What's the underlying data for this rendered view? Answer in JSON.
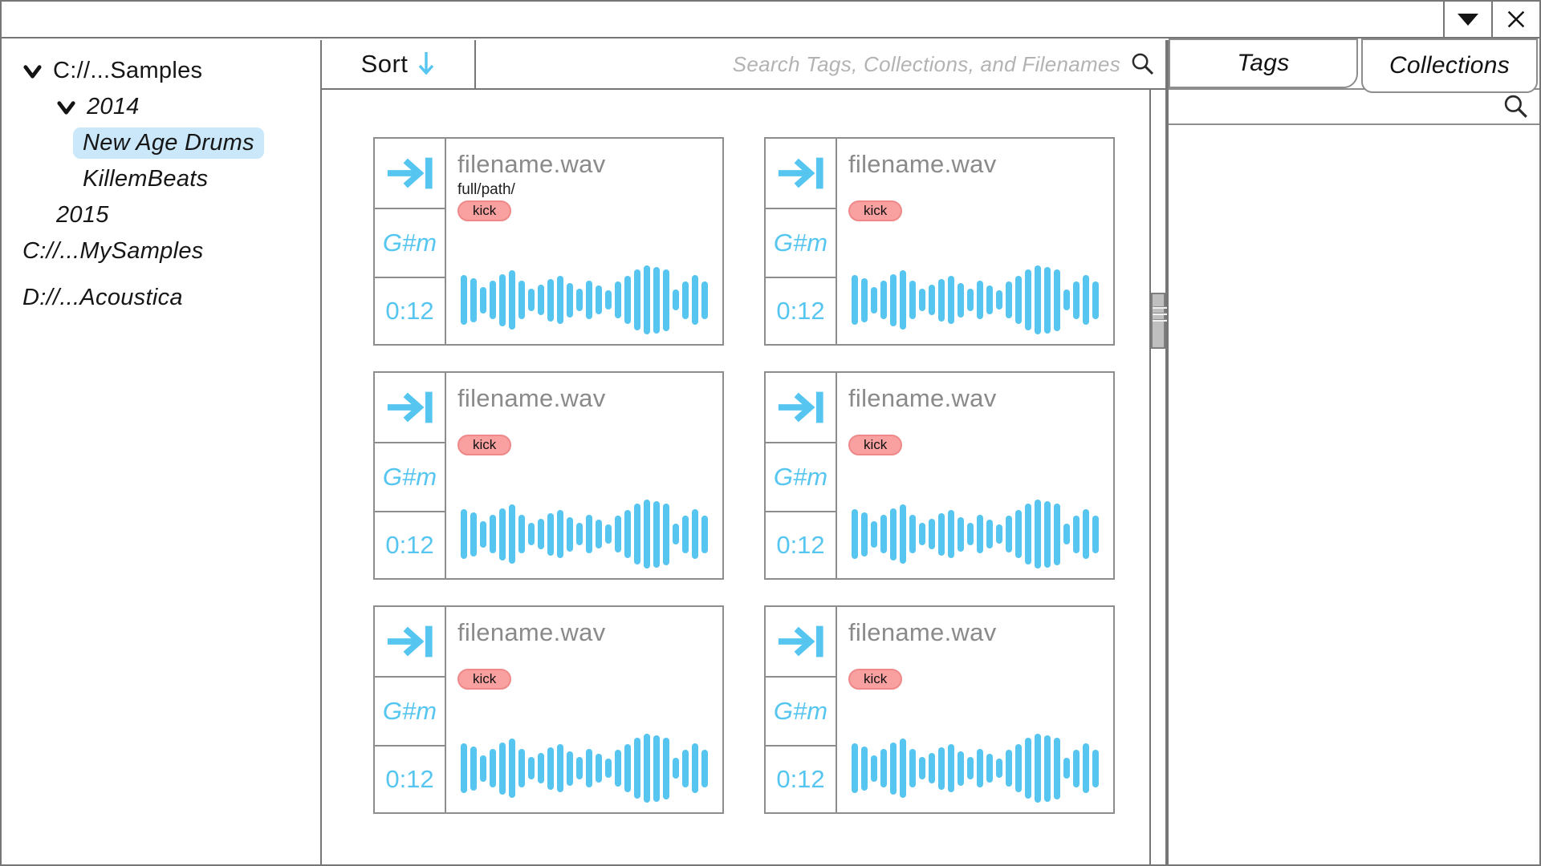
{
  "titlebar": {
    "buttons": [
      {
        "name": "dropdown",
        "icon": "triangle-down-icon"
      },
      {
        "name": "close",
        "icon": "close-x-icon"
      }
    ]
  },
  "sidebar": {
    "items": [
      {
        "label": "C://...Samples",
        "chevron": "down",
        "depth": 0,
        "italic": false,
        "selected": false
      },
      {
        "label": "2014",
        "chevron": "down",
        "depth": 1,
        "italic": true,
        "selected": false
      },
      {
        "label": "New Age Drums",
        "chevron": "right",
        "depth": 2,
        "italic": true,
        "selected": true
      },
      {
        "label": "KillemBeats",
        "chevron": "right",
        "depth": 2,
        "italic": true,
        "selected": false
      },
      {
        "label": "2015",
        "chevron": "right",
        "depth": 1,
        "italic": true,
        "selected": false
      },
      {
        "label": "C://...MySamples",
        "chevron": "right",
        "depth": 0,
        "italic": true,
        "selected": false
      },
      {
        "label": "D://...Acoustica",
        "chevron": "right",
        "depth": 0,
        "italic": true,
        "selected": false
      }
    ]
  },
  "toolbar": {
    "sort_label": "Sort",
    "sort_icon": "arrow-down-icon",
    "search_placeholder": "Search Tags, Collections, and Filenames",
    "search_value": "",
    "search_icon": "magnifier-icon"
  },
  "right_panel": {
    "tabs": [
      {
        "label": "Tags",
        "active": false
      },
      {
        "label": "Collections",
        "active": true
      }
    ],
    "search_value": "",
    "search_icon": "magnifier-icon",
    "content_empty": true
  },
  "cards": [
    {
      "filename": "filename.wav",
      "path": "full/path/",
      "tags": [
        "kick"
      ],
      "key": "G#m",
      "duration": "0:12"
    },
    {
      "filename": "filename.wav",
      "path": "",
      "tags": [
        "kick"
      ],
      "key": "G#m",
      "duration": "0:12"
    },
    {
      "filename": "filename.wav",
      "path": "",
      "tags": [
        "kick"
      ],
      "key": "G#m",
      "duration": "0:12"
    },
    {
      "filename": "filename.wav",
      "path": "",
      "tags": [
        "kick"
      ],
      "key": "G#m",
      "duration": "0:12"
    },
    {
      "filename": "filename.wav",
      "path": "",
      "tags": [
        "kick"
      ],
      "key": "G#m",
      "duration": "0:12"
    },
    {
      "filename": "filename.wav",
      "path": "",
      "tags": [
        "kick"
      ],
      "key": "G#m",
      "duration": "0:12"
    }
  ],
  "waveform": [
    0.72,
    0.64,
    0.38,
    0.56,
    0.76,
    0.86,
    0.56,
    0.32,
    0.44,
    0.62,
    0.7,
    0.5,
    0.32,
    0.56,
    0.42,
    0.28,
    0.54,
    0.7,
    0.88,
    1.0,
    0.97,
    0.9,
    0.3,
    0.55,
    0.72,
    0.55
  ],
  "colors": {
    "accent_blue": "#56c6f0",
    "tag_fill": "#f9a0a0",
    "tag_border": "#ef8989",
    "selection_highlight": "#cbe8fa"
  }
}
